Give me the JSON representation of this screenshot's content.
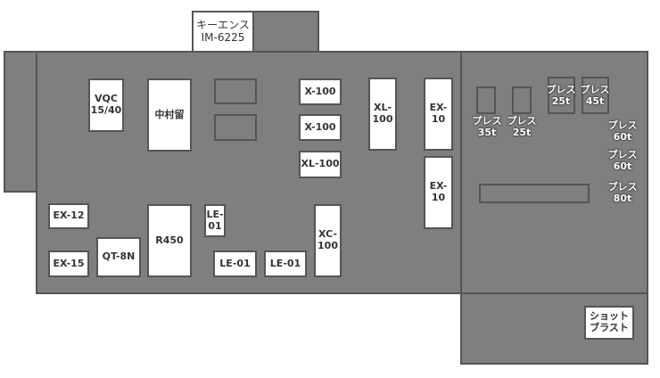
{
  "colors": {
    "floor": "#7f7f7f",
    "outline": "#555555",
    "equipment": "#ffffff",
    "label_text": "#333333",
    "overlay_text": "#ffffff"
  },
  "equipment": {
    "keyence": "キーエンス\nIM-6225",
    "vqc": "VQC\n15/40",
    "nakamura": "中村留",
    "x100_top": "X-100",
    "x100_mid": "X-100",
    "xl100_small": "XL-100",
    "xl100_tall": "XL-100",
    "ex10_top": "EX-10",
    "ex10_bottom": "EX-10",
    "ex12": "EX-12",
    "ex15": "EX-15",
    "qt8n": "QT-8N",
    "r450": "R450",
    "le01_small": "LE-01",
    "le01_left": "LE-01",
    "le01_right": "LE-01",
    "xc100": "XC-100",
    "shot_blast": "ショット\nブラスト"
  },
  "presses": {
    "p35": "プレス\n35t",
    "p25": "プレス\n25t",
    "p25_top": "プレス\n25t",
    "p45": "プレス\n45t",
    "p60a": "プレス\n60t",
    "p60b": "プレス\n60t",
    "p80": "プレス\n80t"
  }
}
